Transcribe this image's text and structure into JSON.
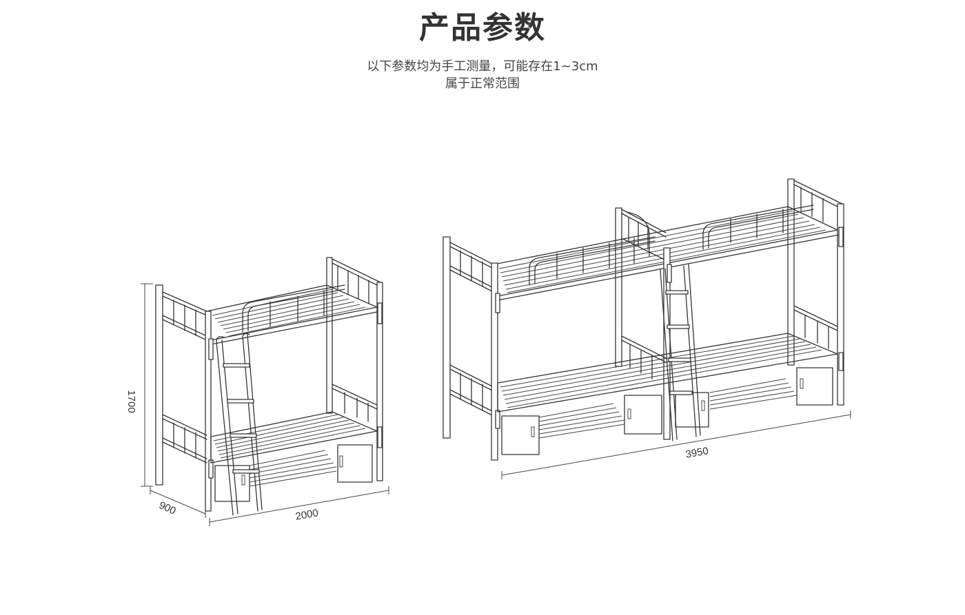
{
  "title": "产品参数",
  "note_line1": "以下参数均为手工测量，可能存在1~3cm",
  "note_line2": "属于正常范围",
  "dimensions": {
    "height": "1700",
    "depth": "900",
    "length_single": "2000",
    "length_double": "3950"
  }
}
